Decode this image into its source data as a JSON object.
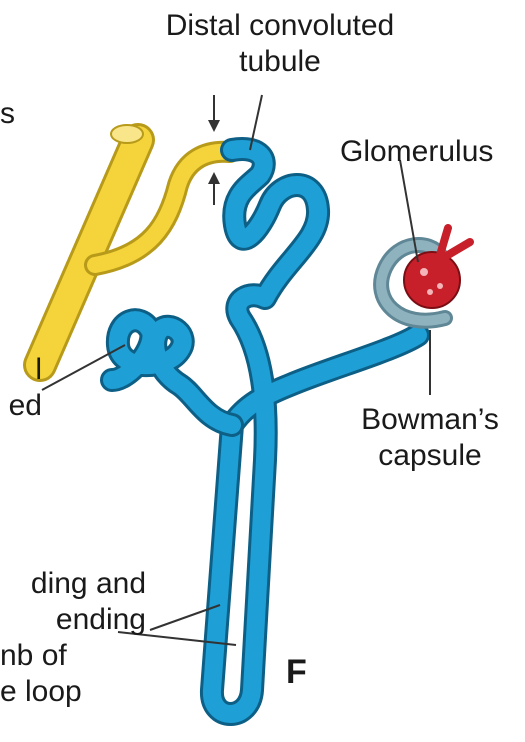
{
  "labels": {
    "distal_line1": "Distal convoluted",
    "distal_line2": "tubule",
    "glomerulus": "Glomerulus",
    "bowmans_line1": "Bowman’s",
    "bowmans_line2": "capsule",
    "proximal_frag1": "l",
    "proximal_frag2": "ed",
    "loop_line1": "ding and",
    "loop_line2": "ending",
    "loop_line3": "nb of",
    "loop_line4": "e loop",
    "figure_letter": "F",
    "top_left_frag": "s"
  },
  "colors": {
    "tubule": "#1e9fd6",
    "tubule_dark": "#0d5f86",
    "collecting_duct": "#f4d43a",
    "collecting_duct_dark": "#b89a1a",
    "glomerulus": "#c8202a",
    "capsule": "#8fb2bf",
    "pointer": "#333333"
  }
}
